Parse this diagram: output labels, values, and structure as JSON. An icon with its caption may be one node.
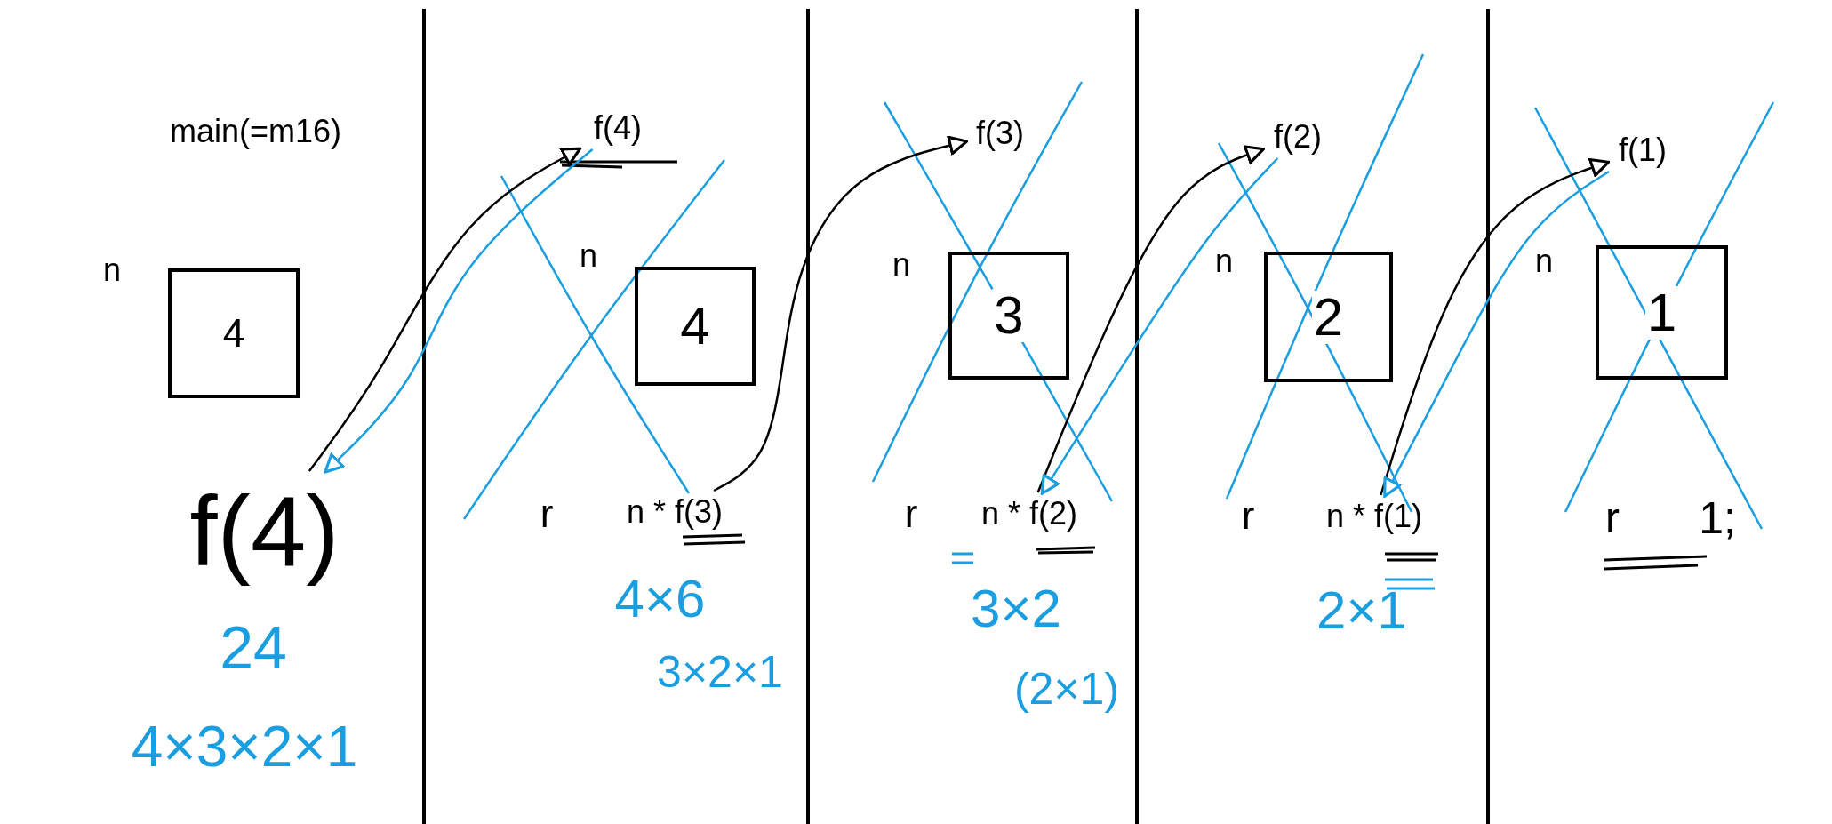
{
  "diagram": {
    "nodes": [
      {
        "text": [
          "main(=m16)"
        ]
      },
      {
        "text": [
          "4"
        ],
        "beside": [
          "n"
        ]
      },
      {
        "text": [
          "f(4)"
        ]
      },
      {
        "text": [
          "f(4)"
        ]
      },
      {
        "text": [
          "4"
        ],
        "beside": [
          "n"
        ]
      },
      {
        "text": [
          "n * f(3)"
        ]
      },
      {
        "text": [
          "f(3)"
        ]
      },
      {
        "text": [
          "3"
        ],
        "beside": [
          "n"
        ]
      },
      {
        "text": [
          "n * f(2)"
        ]
      },
      {
        "text": [
          "f(2)"
        ]
      },
      {
        "text": [
          "2"
        ],
        "beside": [
          "n"
        ]
      },
      {
        "text": [
          "n * f(1)"
        ]
      },
      {
        "text": [
          "f(1)"
        ]
      },
      {
        "text": [
          "1"
        ],
        "beside": [
          "n"
        ]
      }
    ],
    "edges": [
      {
        "from": 2,
        "to": 3,
        "arrow": "to"
      },
      {
        "from": 3,
        "to": 2,
        "arrow": "to",
        "color": "#1a9ee0"
      },
      {
        "from": 5,
        "to": 6,
        "arrow": "to"
      },
      {
        "from": 8,
        "to": 9,
        "arrow": "to"
      },
      {
        "from": 9,
        "to": 8,
        "arrow": "to",
        "color": "#1a9ee0"
      },
      {
        "from": 11,
        "to": 12,
        "arrow": "to"
      },
      {
        "from": 12,
        "to": 11,
        "arrow": "to",
        "color": "#1a9ee0"
      }
    ],
    "labels": [
      "24",
      "4×3×2×1",
      "r",
      "4×6",
      "3×2×1",
      "r",
      "3×2",
      "(2×1)",
      "r",
      "2×1",
      "r",
      "1;"
    ]
  }
}
